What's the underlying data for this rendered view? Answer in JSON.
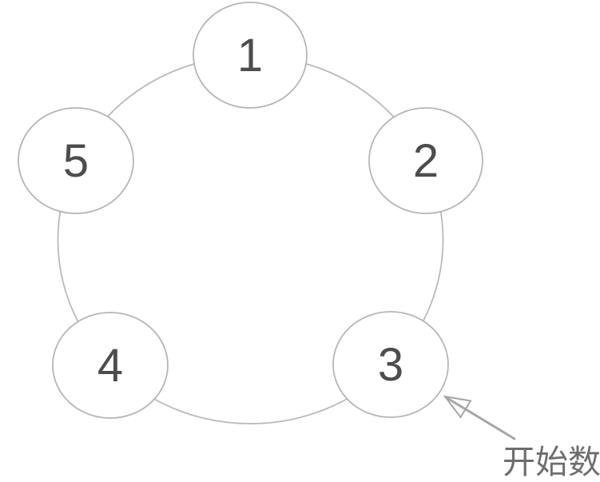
{
  "diagram": {
    "description": "Five numbered circles arranged clockwise on a ring; an arrow marks circle 3 as the starting point for counting",
    "nodes": [
      {
        "label": "1"
      },
      {
        "label": "2"
      },
      {
        "label": "3"
      },
      {
        "label": "4"
      },
      {
        "label": "5"
      }
    ],
    "annotation": {
      "label": "开始数",
      "points_to_node": "3"
    },
    "colors": {
      "background": "#ffffff",
      "ring_stroke": "#bababa",
      "node_fill": "#ffffff",
      "node_stroke": "#b6b6b6",
      "number_color": "#4d4d4d",
      "arrow_color": "#a6a6a6",
      "annotation_color": "#6e6e6e"
    }
  }
}
